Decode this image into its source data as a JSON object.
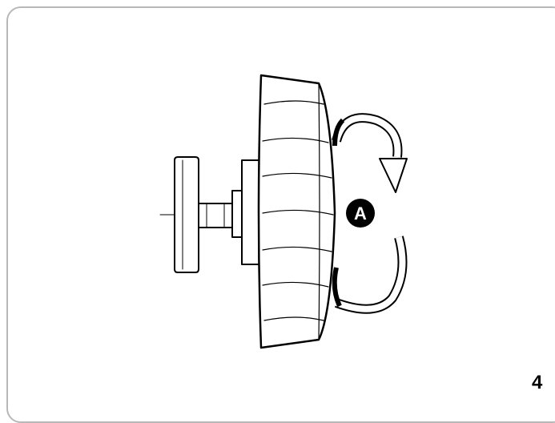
{
  "figure": {
    "callout_label": "A",
    "page_number": "4"
  },
  "icons": {
    "rotation_arrow": "curved-rotation-arrow",
    "callout": "callout-badge"
  },
  "colors": {
    "line": "#000000",
    "frame": "#b8b8b8",
    "background": "#ffffff"
  }
}
